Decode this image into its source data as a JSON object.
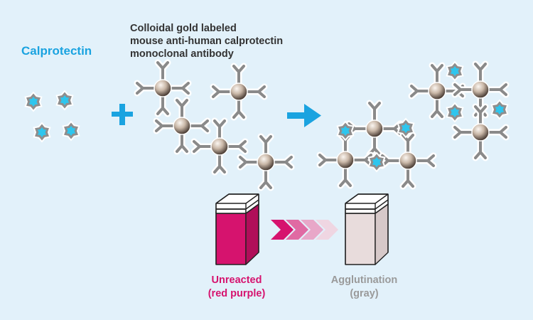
{
  "labels": {
    "analyte": "Calprotectin",
    "reagent_lines": [
      "Colloidal gold labeled",
      "mouse anti-human calprotectin",
      "monoclonal antibody"
    ],
    "unreacted": "Unreacted",
    "unreacted_color": "(red purple)",
    "agglutination": "Agglutination",
    "agglutination_color": "(gray)"
  },
  "colors": {
    "background": "#e2f1fa",
    "accent_blue": "#1aa3e0",
    "red_purple": "#d6136e",
    "gray_liquid": "#e8dcdc",
    "antibody_arm": "#8a8a8a",
    "gold_particle": "#c9b7a7"
  },
  "icons": {
    "plus": "plus-icon",
    "reaction_arrow": "arrow-right-icon",
    "transition_chevrons": "chevron-right-icon",
    "analyte_symbol": "star-icon",
    "particle_symbol": "gold-particle-icon"
  }
}
